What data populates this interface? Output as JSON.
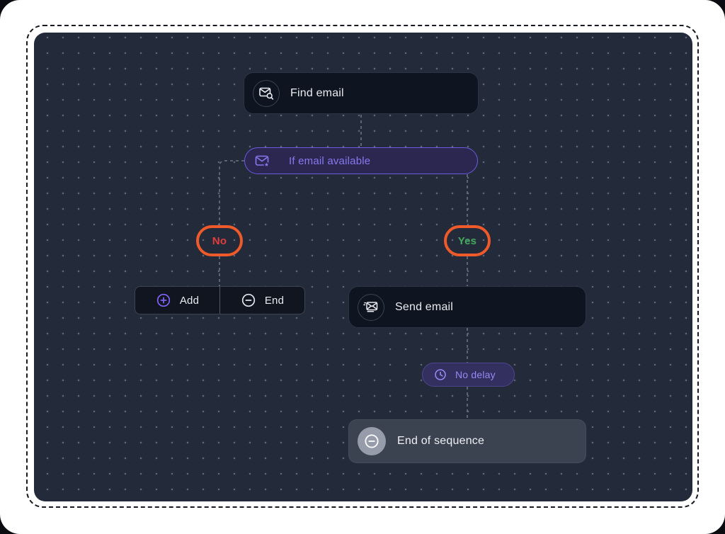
{
  "canvas": {
    "background_color": "#232b3a",
    "dot_color": "#5d6577",
    "connector_color": "#6a7383",
    "frame_style": "dashed"
  },
  "colors": {
    "accent_orange": "#ef5a2b",
    "accent_purple": "#6c5be0",
    "no_text": "#e23c3c",
    "yes_text": "#44aa5e",
    "node_background": "#0e1420",
    "end_node_background": "#3b4250"
  },
  "nodes": {
    "find_email": {
      "label": "Find email",
      "icon": "email-search-icon"
    },
    "if_email_available": {
      "label": "If email available",
      "icon": "email-badge-icon"
    },
    "branch_no": {
      "label": "No"
    },
    "branch_yes": {
      "label": "Yes"
    },
    "add_button": {
      "label": "Add",
      "icon": "plus-circle-icon"
    },
    "end_button": {
      "label": "End",
      "icon": "minus-circle-icon"
    },
    "send_email": {
      "label": "Send email",
      "icon": "email-send-icon"
    },
    "no_delay": {
      "label": "No delay",
      "icon": "clock-icon"
    },
    "end_of_sequence": {
      "label": "End of sequence",
      "icon": "minus-circle-icon"
    }
  }
}
